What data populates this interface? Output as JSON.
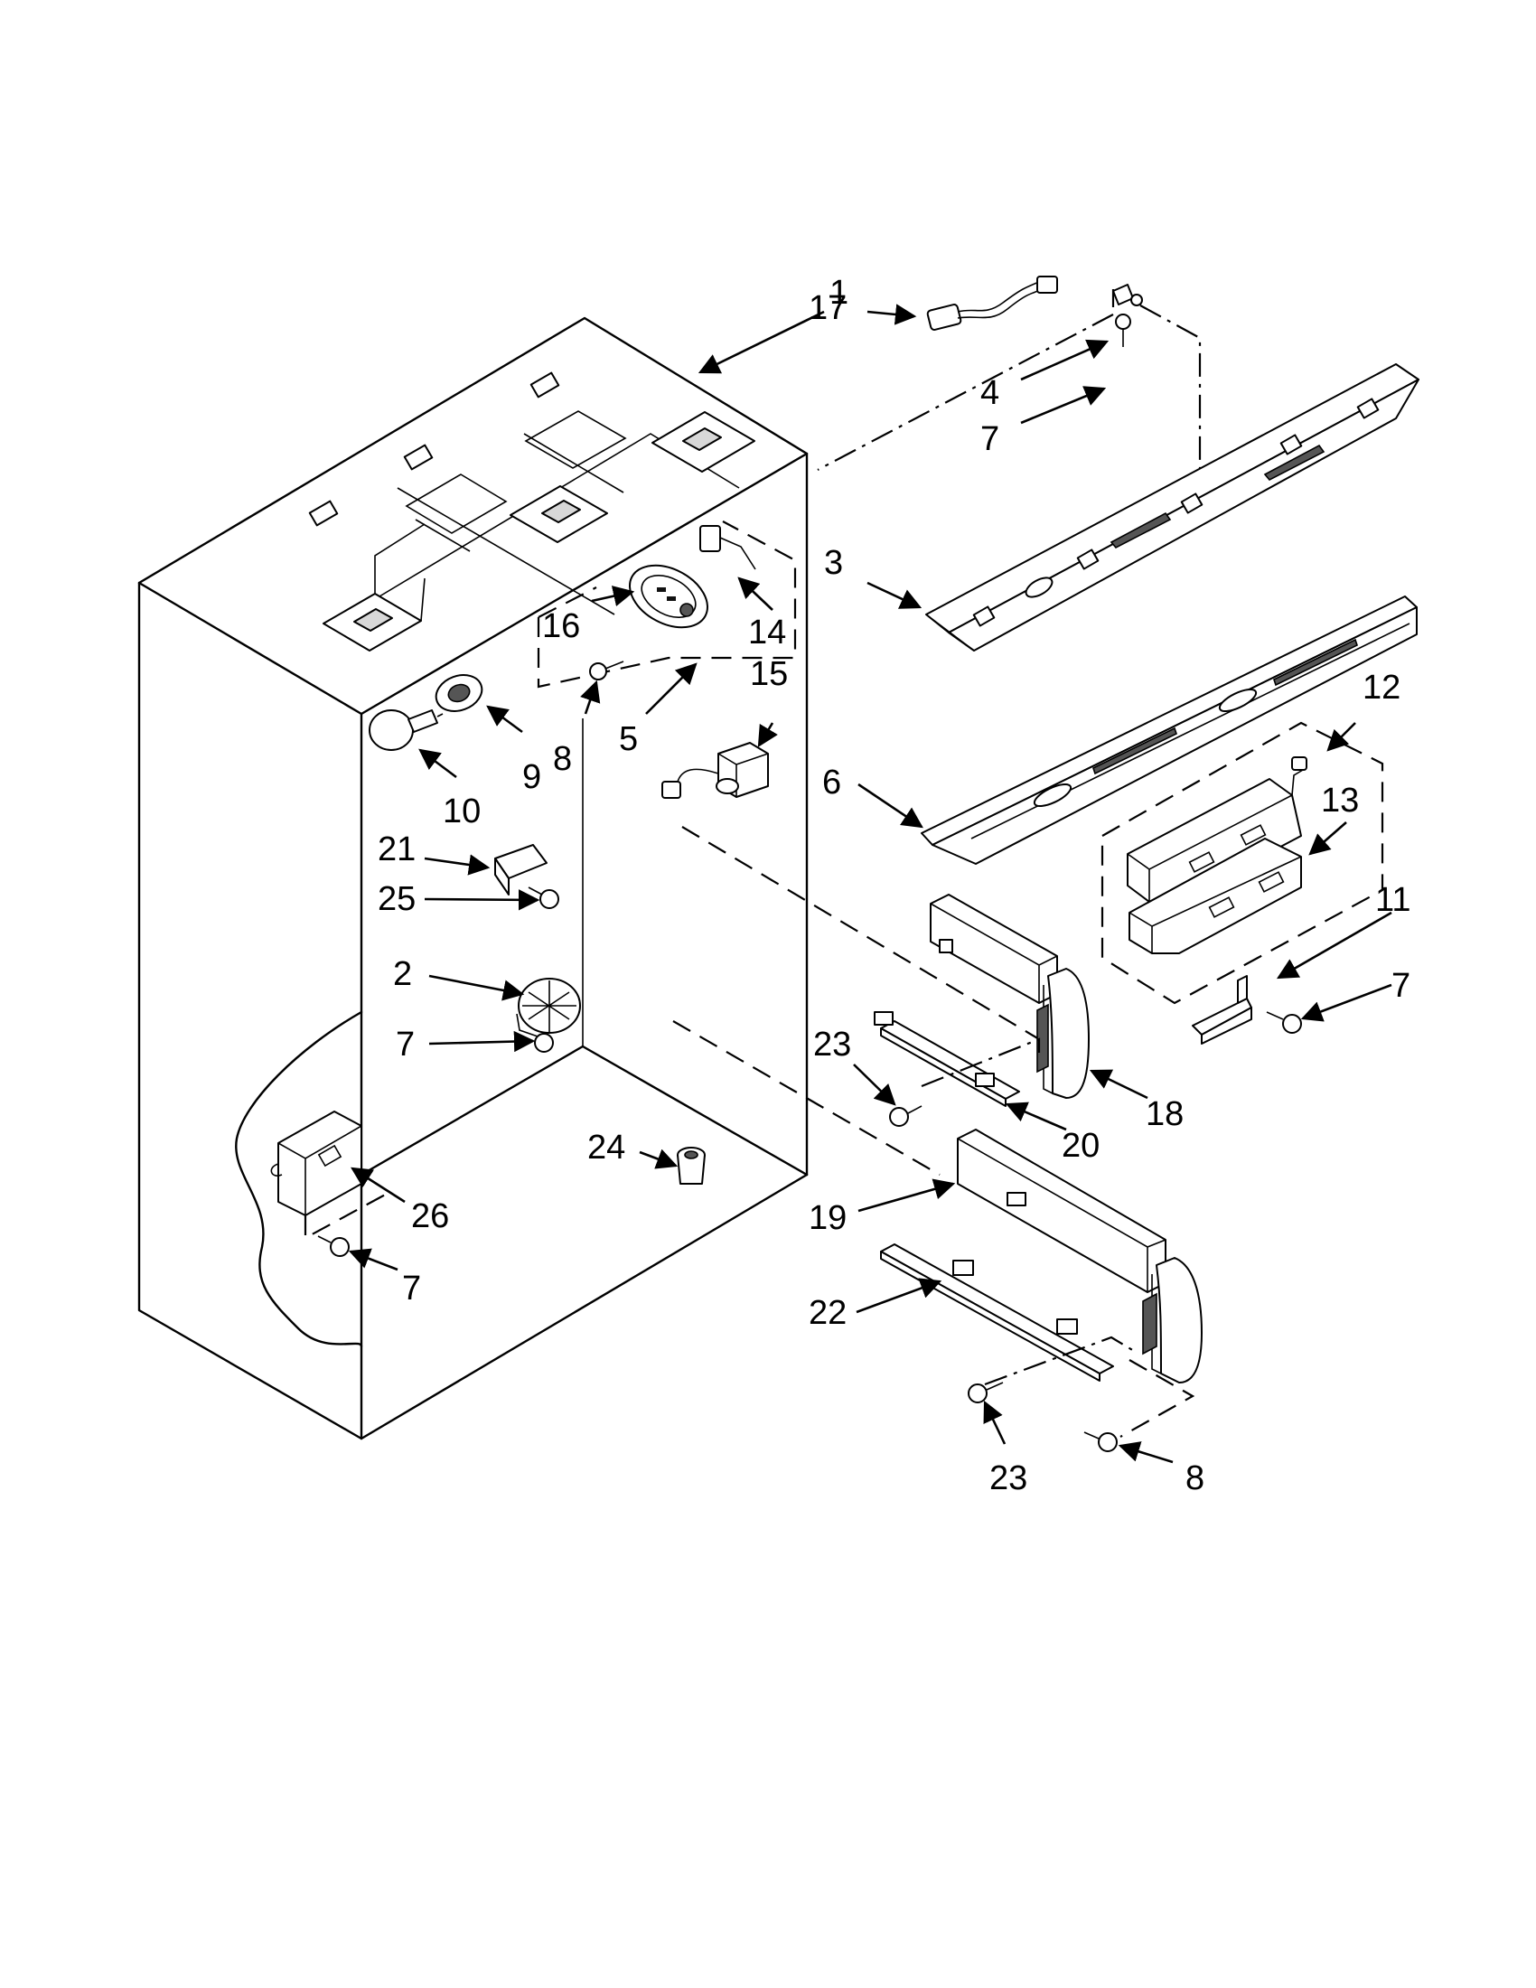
{
  "callouts": [
    {
      "id": "c1",
      "text": "1"
    },
    {
      "id": "c17",
      "text": "17"
    },
    {
      "id": "c4",
      "text": "4"
    },
    {
      "id": "c7a",
      "text": "7"
    },
    {
      "id": "c3",
      "text": "3"
    },
    {
      "id": "c16",
      "text": "16"
    },
    {
      "id": "c14",
      "text": "14"
    },
    {
      "id": "c15",
      "text": "15"
    },
    {
      "id": "c8a",
      "text": "8"
    },
    {
      "id": "c5",
      "text": "5"
    },
    {
      "id": "c9",
      "text": "9"
    },
    {
      "id": "c10",
      "text": "10"
    },
    {
      "id": "c12",
      "text": "12"
    },
    {
      "id": "c6",
      "text": "6"
    },
    {
      "id": "c13",
      "text": "13"
    },
    {
      "id": "c11",
      "text": "11"
    },
    {
      "id": "c21",
      "text": "21"
    },
    {
      "id": "c25",
      "text": "25"
    },
    {
      "id": "c2",
      "text": "2"
    },
    {
      "id": "c7b",
      "text": "7"
    },
    {
      "id": "c7c",
      "text": "7"
    },
    {
      "id": "c23a",
      "text": "23"
    },
    {
      "id": "c18",
      "text": "18"
    },
    {
      "id": "c20",
      "text": "20"
    },
    {
      "id": "c24",
      "text": "24"
    },
    {
      "id": "c26",
      "text": "26"
    },
    {
      "id": "c19",
      "text": "19"
    },
    {
      "id": "c7d",
      "text": "7"
    },
    {
      "id": "c22",
      "text": "22"
    },
    {
      "id": "c23b",
      "text": "23"
    },
    {
      "id": "c8b",
      "text": "8"
    }
  ]
}
